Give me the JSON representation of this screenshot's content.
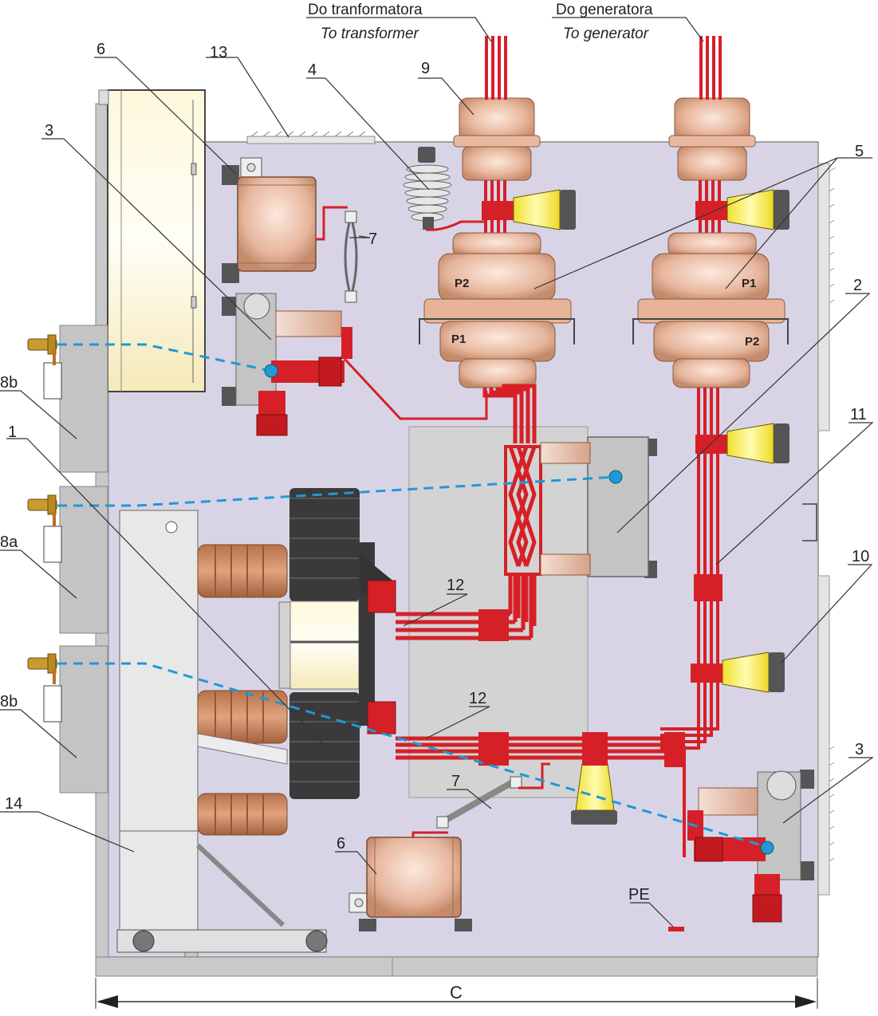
{
  "header": {
    "transformer_pl": "Do tranformatora",
    "transformer_en": "To transformer",
    "generator_pl": "Do generatora",
    "generator_en": "To generator"
  },
  "callouts": {
    "c1": "1",
    "c2": "2",
    "c3_top": "3",
    "c3_bottom": "3",
    "c4": "4",
    "c5": "5",
    "c6_top": "6",
    "c6_bottom": "6",
    "c7_top": "7",
    "c7_bottom": "7",
    "c8b_top": "8b",
    "c8a": "8a",
    "c8b_bottom": "8b",
    "c9": "9",
    "c10": "10",
    "c11": "11",
    "c12_top": "12",
    "c12_bottom": "12",
    "c13": "13",
    "c14": "14",
    "pe": "PE"
  },
  "ct_marks": {
    "left_top": "P2",
    "left_bottom": "P1",
    "right_top": "P1",
    "right_bottom": "P2"
  },
  "dimension": {
    "width_label": "C"
  },
  "colors": {
    "cabinet_fill": "#d8d4e6",
    "busbar_red": "#d62027",
    "insulator_tan": "#e4b49a",
    "fuse_yellow": "#f7eb4a",
    "panel_gray": "#c4c4c4",
    "cable_blue": "#1e9ad6",
    "breaker_dark": "#3a3a3a",
    "door_cream": "#fbf5d2"
  }
}
